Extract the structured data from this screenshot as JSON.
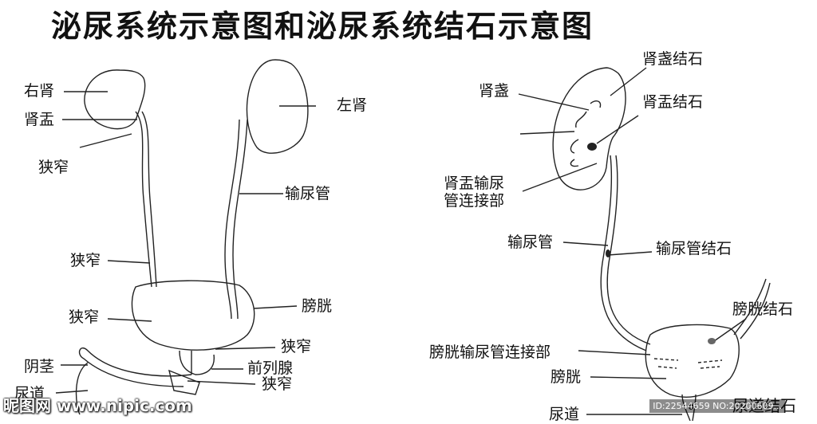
{
  "title": "泌尿系统示意图和泌尿系统结石示意图",
  "left_diagram": {
    "labels": {
      "right_kidney": "右肾",
      "renal_pelvis": "肾盂",
      "narrow_1": "狭窄",
      "left_kidney": "左肾",
      "ureter": "输尿管",
      "narrow_2": "狭窄",
      "bladder": "膀胱",
      "narrow_3": "狭窄",
      "narrow_4": "狭窄",
      "prostate": "前列腺",
      "narrow_5": "狭窄",
      "penis": "阴茎",
      "urethra": "尿道"
    }
  },
  "right_diagram": {
    "labels": {
      "calyx_stone": "肾盏结石",
      "calyx": "肾盏",
      "pelvis_stone": "肾盂结石",
      "ureteropelvic_junction": "肾盂输尿\n管连接部",
      "ureter": "输尿管",
      "ureter_stone": "输尿管结石",
      "bladder_stone": "膀胱结石",
      "ureterovesical_junction": "膀胱输尿管连接部",
      "bladder": "膀胱",
      "urethral_stone": "尿道结石",
      "urethra": "尿道"
    }
  },
  "watermark": {
    "left": "昵图网 www.nipic.com",
    "right": "ID:22544659 NO:20200609..."
  }
}
